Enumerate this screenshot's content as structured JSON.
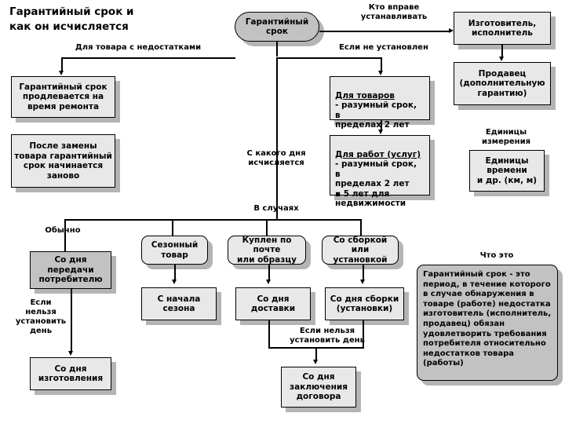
{
  "page": {
    "title": "Гарантийный срок и\nкак он исчисляется",
    "background": "#ffffff",
    "node_fill": "#e8e8e8",
    "node_fill_dark": "#c2c2c2",
    "shadow_color": "#b4b4b4",
    "line_color": "#000000"
  },
  "root": {
    "label": "Гарантийный\nсрок"
  },
  "edge_labels": {
    "for_defective_goods": "Для товара с недостатками",
    "who_may_set": "Кто вправе\nустанавливать",
    "if_not_set": "Если не установлен",
    "from_which_day": "С какого дня\nисчисляется",
    "in_cases": "В случаях",
    "units_of_measure": "Единицы\nизмерения",
    "what_is_it": "Что это",
    "usually": "Обычно",
    "if_day_cannot_be_set_left": "Если\nнельзя\nустановить\nдень",
    "if_day_cannot_be_set_bottom": "Если нельзя\nустановить день"
  },
  "nodes": {
    "extended_repair": "Гарантийный срок\nпродлевается на\nвремя ремонта",
    "restart_after_replacement": "После замены\nтовара гарантийный\nсрок  начинается\nзаново",
    "manufacturer": "Изготовитель,\nисполнитель",
    "seller": "Продавец\n(дополнительную\nгарантию)",
    "for_goods_title": "Для товаров",
    "for_goods_body": "- разумный срок,  в\nпределах 2 лет",
    "for_works_title": "Для работ (услуг)",
    "for_works_body": "- разумный срок,  в\nпределах 2 лет\n▪ 5 лет для\nнедвижимости",
    "units": "Единицы\nвремени\nи др. (км, м)",
    "case_seasonal": "Сезонный\nтовар",
    "case_mail_or_sample": "Куплен по почте\nили образцу",
    "case_assembly": "Со сборкой или\nустановкой",
    "from_handover": "Со дня\nпередачи\nпотребителю",
    "from_season_start": "С начала\nсезона",
    "from_delivery": "Со дня\nдоставки",
    "from_assembly": "Со дня  сборки\n(установки)",
    "from_manufacture": "Со дня\nизготовления",
    "from_contract": "Со дня\nзаключения\nдоговора",
    "definition": "Гарантийный срок - это период, в течение которого в случае обнаружения в товаре (работе) недостатка изготовитель (исполнитель, продавец) обязан удовлетворить требования потребителя относительно недостатков товара (работы)"
  }
}
